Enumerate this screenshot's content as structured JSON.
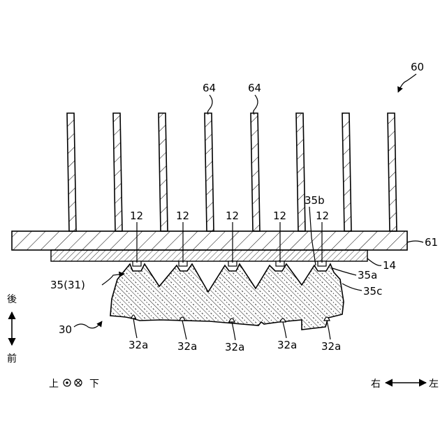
{
  "labels": {
    "assembly": "60",
    "fin_a": "64",
    "fin_b": "64",
    "led": [
      "12",
      "12",
      "12",
      "12",
      "12"
    ],
    "lens_bottom_b": "35b",
    "base_plate": "61",
    "substrate": "14",
    "holder": "35(31)",
    "lens_side_a": "35a",
    "lens_side_c": "35c",
    "lens_unit": "30",
    "lens_bumps": [
      "32a",
      "32a",
      "32a",
      "32a",
      "32a"
    ]
  },
  "orientation": {
    "back": "後",
    "front": "前",
    "up": "上",
    "down": "下",
    "right": "右",
    "left": "左"
  }
}
